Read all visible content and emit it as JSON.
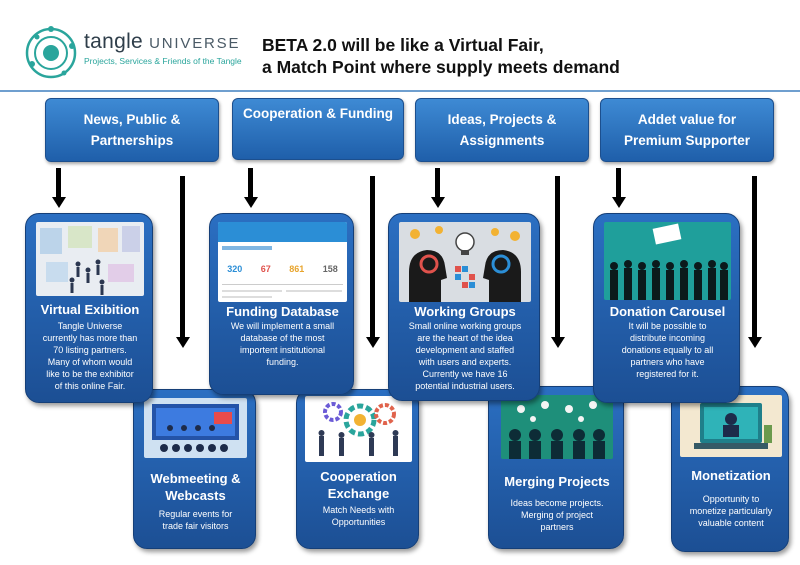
{
  "header": {
    "brand_name": "tangle",
    "brand_universe": "UNIVERSE",
    "brand_tagline": "Projects, Services & Friends of the Tangle",
    "headline_line1": "BETA 2.0 will be like a Virtual Fair,",
    "headline_line2": "a Match Point where supply meets demand"
  },
  "categories": [
    {
      "line1": "News, Public &",
      "line2": "Partnerships"
    },
    {
      "line1": "Cooperation & Funding",
      "line2": ""
    },
    {
      "line1": "Ideas, Projects &",
      "line2": "Assignments"
    },
    {
      "line1": "Addet value for",
      "line2": "Premium Supporter"
    }
  ],
  "cards_top": [
    {
      "title": "Virtual Exibition",
      "desc": [
        "Tangle Universe",
        "currently has more than",
        "70 listing partners.",
        "Many of whom would",
        "like to be the exhibitor",
        "of this online Fair."
      ]
    },
    {
      "title": "Funding Database",
      "desc": [
        "We will implement a small",
        "database of the most",
        "importent institutional",
        "funding."
      ]
    },
    {
      "title": "Working Groups",
      "desc": [
        "Small online working groups",
        "are the heart of the idea",
        "development and staffed",
        "with users and experts.",
        "Currently we have 16",
        "potential industrial users."
      ]
    },
    {
      "title": "Donation Carousel",
      "desc": [
        "It will be possible to",
        "distribute incoming",
        "donations equally to all",
        "partners who have",
        "registered for it."
      ]
    }
  ],
  "cards_bottom": [
    {
      "title_line1": "Webmeeting &",
      "title_line2": "Webcasts",
      "desc": [
        "Regular events for",
        "trade fair visitors"
      ]
    },
    {
      "title_line1": "Cooperation",
      "title_line2": "Exchange",
      "desc": [
        "Match Needs with",
        "Opportunities"
      ]
    },
    {
      "title_line1": "Merging Projects",
      "title_line2": "",
      "desc": [
        "Ideas become projects.",
        "Merging of project",
        "partners"
      ]
    },
    {
      "title_line1": "Monetization",
      "title_line2": "",
      "desc": [
        "Opportunity to",
        "monetize particularly",
        "valuable content"
      ]
    }
  ],
  "funding_dashboard": {
    "stats": [
      "320",
      "67",
      "861",
      "158"
    ]
  },
  "colors": {
    "card_blue": "#1f5aa6",
    "header_blue": "#3380cc",
    "brand_teal": "#2aa59c",
    "arrow": "#000000"
  }
}
